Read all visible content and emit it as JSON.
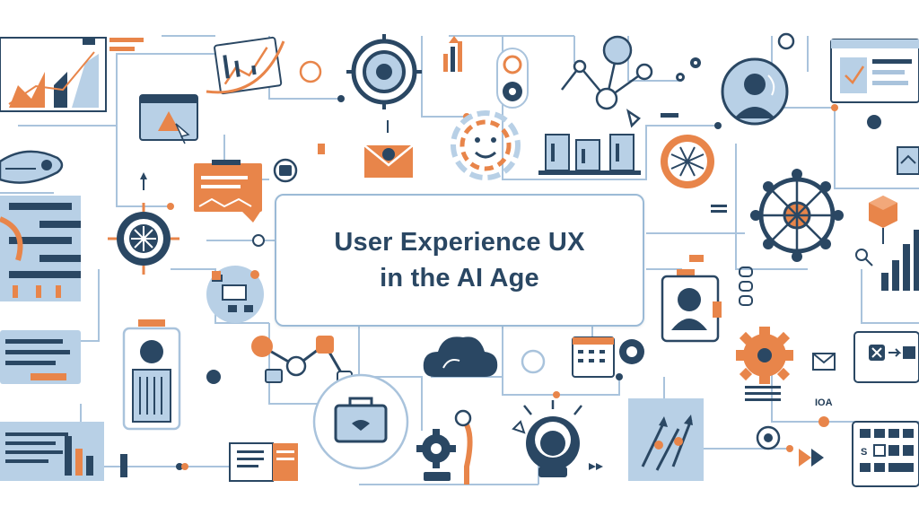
{
  "title": {
    "line1": "User Experience UX",
    "line2": "in the AI Age"
  },
  "labels": {
    "label_ioa": "IOA",
    "label_s": "S"
  },
  "colors": {
    "navy": "#2a4763",
    "orange": "#e8854a",
    "light_blue": "#b8d0e6",
    "line_blue": "#a9c3dc",
    "background": "#ffffff"
  },
  "icons": [
    "bar-chart-icon",
    "browser-window-icon",
    "target-icon",
    "growth-chart-icon",
    "robot-head-icon",
    "gear-icon",
    "network-nodes-icon",
    "user-avatar-icon",
    "envelope-icon",
    "smiley-face-icon",
    "server-racks-icon",
    "hexagon-node-icon",
    "cloud-icon",
    "briefcase-icon",
    "lightbulb-icon",
    "document-icon",
    "compass-icon",
    "keyboard-icon",
    "signal-bars-icon",
    "id-badge-icon"
  ]
}
